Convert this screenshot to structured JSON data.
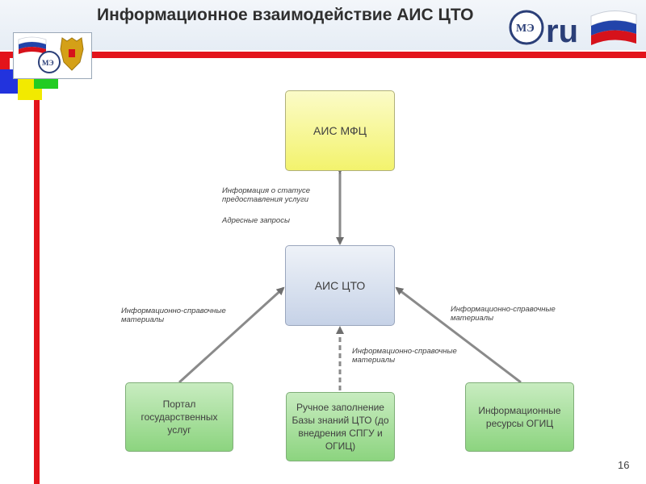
{
  "slide": {
    "title": "Информационное взаимодействие АИС ЦТО",
    "page_number": "16"
  },
  "logos": {
    "left_text": "МЭ",
    "right_domain": ".ru"
  },
  "nodes": {
    "mfc": "АИС МФЦ",
    "cto": "АИС ЦТО",
    "portal": "Портал государственных услуг",
    "manual": "Ручное заполнение Базы знаний ЦТО (до внедрения СПГУ и ОГИЦ)",
    "ogic": "Информационные ресурсы ОГИЦ"
  },
  "edge_labels": {
    "mfc_cto_1": "Информация о статусе предоставления услуги",
    "mfc_cto_2": "Адресные запросы",
    "portal_cto": "Информационно-справочные материалы",
    "ogic_cto": "Информационно-справочные материалы",
    "manual_cto": "Информационно-справочные материалы"
  },
  "colors": {
    "accent_red": "#e3141b",
    "yellow_node": "#f3f36d",
    "blue_node": "#c6d2e7",
    "green_node": "#8cd47f"
  }
}
